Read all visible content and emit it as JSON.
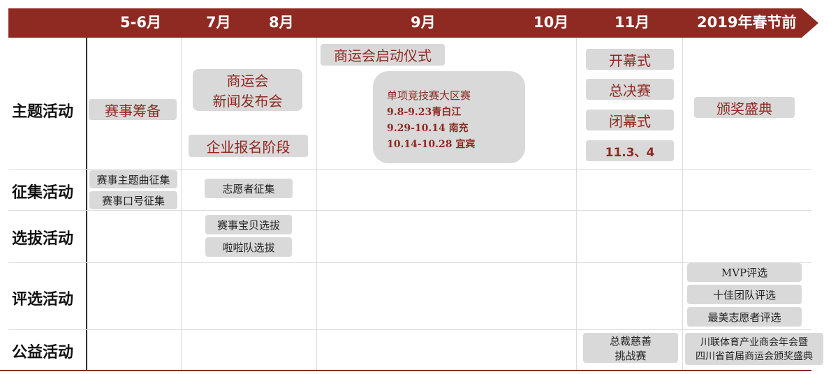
{
  "colors": {
    "banner": "#8e2a22",
    "box": "#d9d9d9",
    "text_accent": "#8e2a22"
  },
  "timeline": {
    "months": [
      "5-6月",
      "7月",
      "8月",
      "9月",
      "10月",
      "11月",
      "2019年春节前"
    ]
  },
  "rows": [
    "主题活动",
    "征集活动",
    "选拔活动",
    "评选活动",
    "公益活动"
  ],
  "events": {
    "prep": "赛事筹备",
    "press_line1": "商运会",
    "press_line2": "新闻发布会",
    "registration": "企业报名阶段",
    "launch": "商运会启动仪式",
    "single": {
      "title": "单项竞技赛大区赛",
      "line1": "9.8-9.23青白江",
      "line2": "9.29-10.14 南充",
      "line3": "10.14-10.28 宜宾"
    },
    "opening": "开幕式",
    "final": "总决赛",
    "closing": "闭幕式",
    "dates": "11.3、4",
    "award": "颁奖盛典",
    "theme_song": "赛事主题曲征集",
    "slogan": "赛事口号征集",
    "volunteer_recruit": "志愿者征集",
    "baby": "赛事宝贝选拔",
    "cheer": "啦啦队选拔",
    "mvp": "MVP评选",
    "top10": "十佳团队评选",
    "best_volunteer": "最美志愿者评选",
    "charity_line1": "总裁慈善",
    "charity_line2": "挑战赛",
    "annual_line1": "川联体育产业商会年会暨",
    "annual_line2": "四川省首届商运会颁奖盛典"
  }
}
